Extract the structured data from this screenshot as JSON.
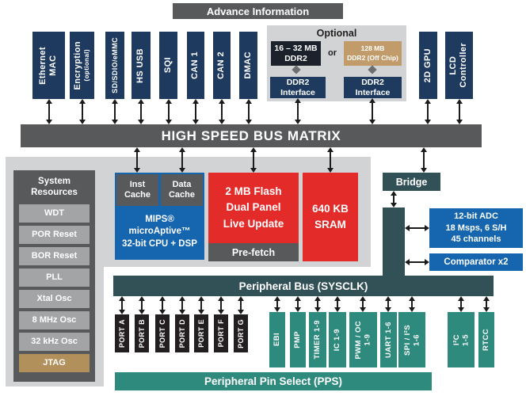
{
  "banner": {
    "label": "Advance Information"
  },
  "bus_matrix": {
    "label": "HIGH SPEED BUS MATRIX"
  },
  "top_blocks": [
    {
      "label": "Ethernet\nMAC"
    },
    {
      "label": "Encryption",
      "sub": "(optional)"
    },
    {
      "label": "SD/SDIO/eMMC"
    },
    {
      "label": "HS USB"
    },
    {
      "label": "SQI"
    },
    {
      "label": "CAN 1"
    },
    {
      "label": "CAN 2"
    },
    {
      "label": "DMAC"
    }
  ],
  "optional_group": {
    "title": "Optional",
    "or_label": "or",
    "ddr2_onchip": "16 – 32 MB\nDDR2",
    "ddr2_offchip": "128 MB\nDDR2 (Off Chip)",
    "interface_left": "DDR2\nInterface",
    "interface_right": "DDR2\nInterface"
  },
  "gpu_block": {
    "label": "2D GPU"
  },
  "lcd_block": {
    "label": "LCD\nController"
  },
  "system_resources": {
    "title": "System\nResources",
    "items": [
      "WDT",
      "POR Reset",
      "BOR Reset",
      "PLL",
      "Xtal Osc",
      "8 MHz Osc",
      "32 kHz Osc",
      "JTAG"
    ]
  },
  "cpu": {
    "inst_cache": "Inst\nCache",
    "data_cache": "Data\nCache",
    "label": "MIPS®\nmicroAptive™\n32-bit CPU + DSP"
  },
  "memory": {
    "flash": "2 MB Flash\nDual Panel\nLive Update",
    "prefetch": "Pre-fetch",
    "sram": "640 KB\nSRAM"
  },
  "bridge": {
    "label": "Bridge"
  },
  "analog": {
    "adc": "12-bit ADC\n18 Msps, 6 S/H\n45 channels",
    "comparator": "Comparator x2"
  },
  "peripheral_bus": {
    "label": "Peripheral Bus (SYSCLK)"
  },
  "ports": [
    "PORT A",
    "PORT B",
    "PORT C",
    "PORT D",
    "PORT E",
    "PORT F",
    "PORT G"
  ],
  "peripherals": [
    "EBI",
    "PMP",
    "TIMER 1-9",
    "IC 1-9",
    "PWM / OC\n1-9",
    "UART 1-6",
    "SPI / I²S\n1-6",
    "I²C\n1-5",
    "RTCC"
  ],
  "pps_bar": {
    "label": "Peripheral Pin Select (PPS)"
  },
  "colors": {
    "navy": "#1e3a5f",
    "blue": "#1565af",
    "red": "#e32b2a",
    "teal": "#2e8a7d",
    "slate": "#325157",
    "dark_gray": "#58595b",
    "light_gray": "#d1d3d4",
    "mid_gray": "#a2a4a6",
    "tan": "#b2905c",
    "tan_light": "#c19b6a",
    "near_black": "#1b222c",
    "port_black": "#231f20",
    "arrow": "#1b1b1b"
  }
}
